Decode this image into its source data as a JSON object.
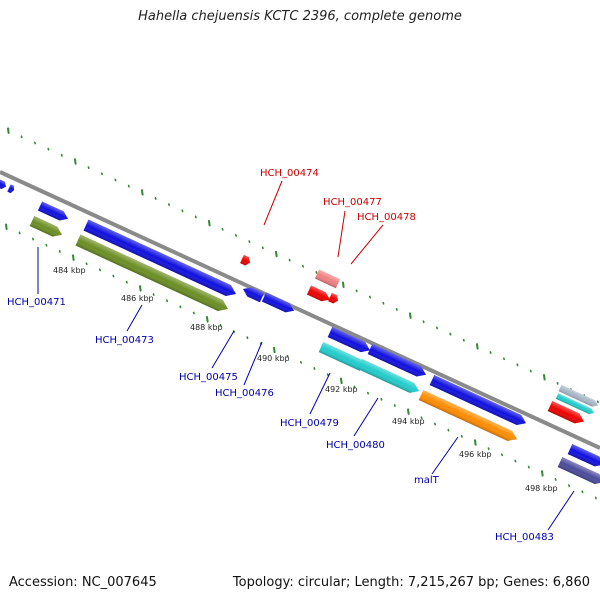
{
  "title": "Hahella chejuensis KCTC 2396, complete genome",
  "footer": {
    "accession": "Accession: NC_007645",
    "topology": "Topology: circular; Length: 7,215,267 bp; Genes: 6,860"
  },
  "colors": {
    "backbone": "#8a8a8a",
    "tick": "#2e8b2e",
    "blue": "#1010e0",
    "red": "#f00000",
    "pink": "#f08080",
    "olive": "#6b8e23",
    "cyan": "#22cccc",
    "orange": "#ff8c00",
    "purple": "#4b4b9c",
    "gray": "#a8b8c8",
    "label_blue": "#0000aa",
    "label_red": "#cc0000"
  },
  "kbp_labels": [
    "484 kbp",
    "486 kbp",
    "488 kbp",
    "490 kbp",
    "492 kbp",
    "494 kbp",
    "496 kbp",
    "498 kbp"
  ],
  "gene_labels": {
    "hch_00471": "HCH_00471",
    "hch_00473": "HCH_00473",
    "hch_00474": "HCH_00474",
    "hch_00475": "HCH_00475",
    "hch_00476": "HCH_00476",
    "hch_00477": "HCH_00477",
    "hch_00478": "HCH_00478",
    "hch_00479": "HCH_00479",
    "hch_00480": "HCH_00480",
    "malT": "malT",
    "hch_00483": "HCH_00483"
  }
}
